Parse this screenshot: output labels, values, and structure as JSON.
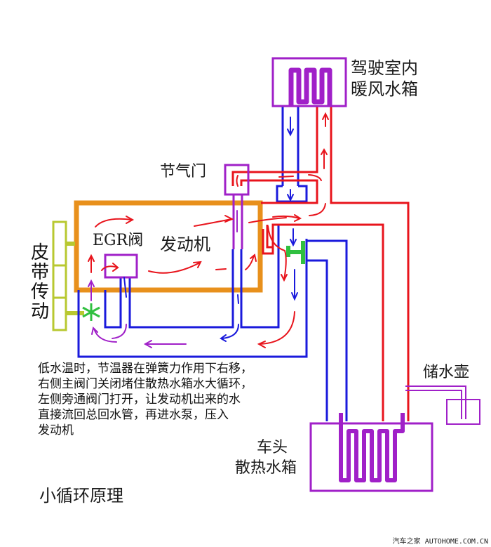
{
  "title": "小循环原理",
  "labels": {
    "heater_core": [
      "驾驶室内",
      "暖风水箱"
    ],
    "throttle": "节气门",
    "egr_valve": "EGR阀",
    "engine": "发动机",
    "belt_drive": [
      "皮",
      "带",
      "传",
      "动"
    ],
    "reservoir": "储水壶",
    "radiator": [
      "车头",
      "散热水箱"
    ]
  },
  "description": [
    "低水温时，节温器在弹簧力作用下右移，",
    "右侧主阀门关闭堵住散热水箱水大循环，",
    "左侧旁通阀门打开，让发动机出来的水",
    "直接流回总回水管，再进水泵，压入",
    "发动机"
  ],
  "watermark": "汽车之家 AUTOHOME.COM.CN",
  "colors": {
    "hot_pipe": "#e8141c",
    "cold_pipe": "#1a1adc",
    "component": "#a020c8",
    "engine_block": "#e8901c",
    "belt": "#b8c830",
    "pump_thermostat": "#30c040"
  }
}
